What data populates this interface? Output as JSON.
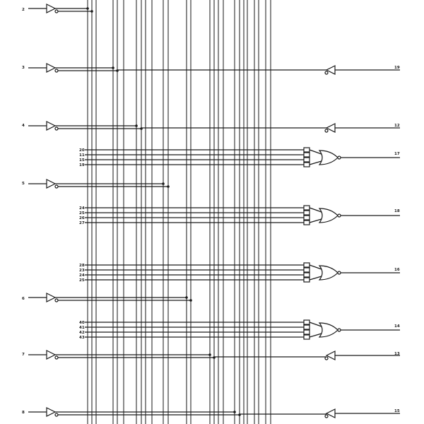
{
  "pins": {
    "in_2": "2",
    "in_3": "3",
    "in_4": "4",
    "in_5": "5",
    "in_6": "6",
    "in_7": "7",
    "in_8": "8",
    "out_19": "19",
    "out_12": "12",
    "out_17": "17",
    "out_18": "18",
    "out_16": "16",
    "out_14": "14",
    "out_13": "13",
    "out_15": "15",
    "and1": [
      "20",
      "11",
      "15",
      "19"
    ],
    "and2": [
      "24",
      "25",
      "26",
      "27"
    ],
    "and3": [
      "28",
      "23",
      "24",
      "25"
    ],
    "and4": [
      "40",
      "41",
      "42",
      "43"
    ]
  }
}
